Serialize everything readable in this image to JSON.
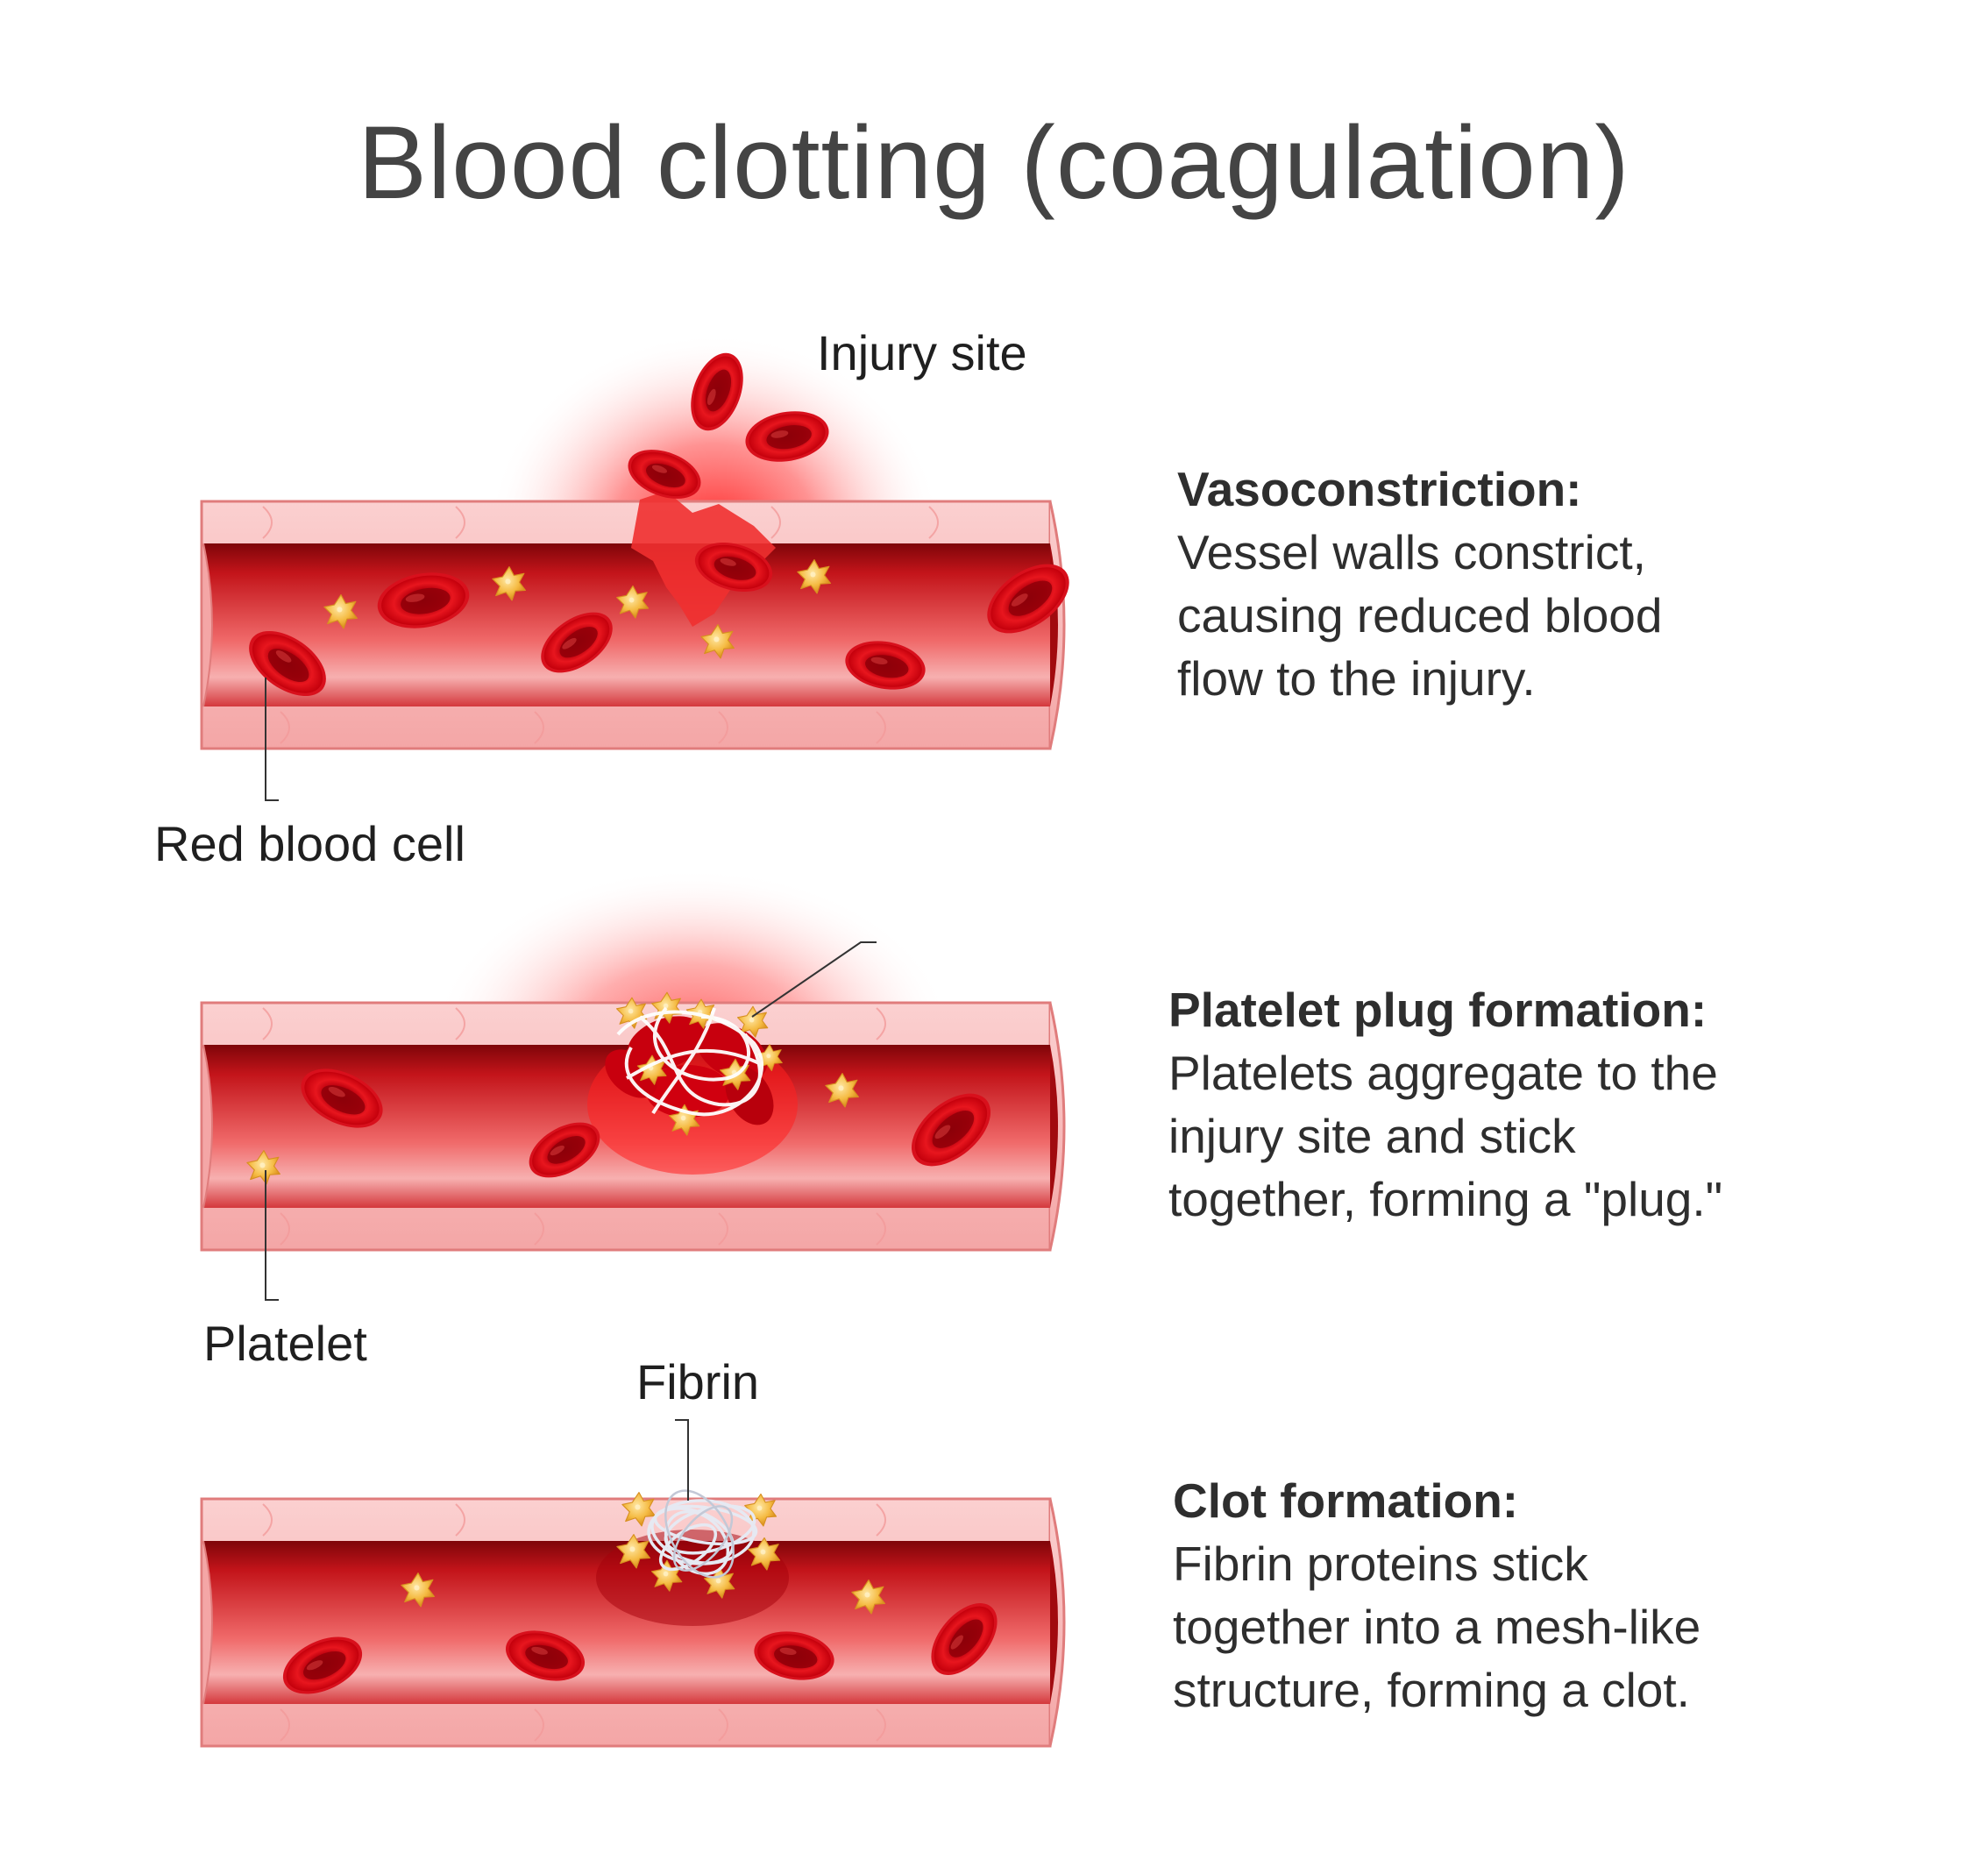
{
  "title": "Blood clotting (coagulation)",
  "labels": {
    "injury_site": "Injury site",
    "red_blood_cell": "Red blood cell",
    "platelet": "Platelet",
    "fibrin": "Fibrin"
  },
  "steps": [
    {
      "heading": "Vasoconstriction:",
      "description": "Vessel walls constrict,\ncausing reduced blood\nflow to the injury."
    },
    {
      "heading": "Platelet plug formation:",
      "description": "Platelets aggregate to the\ninjury site and stick\ntogether, forming a \"plug.\""
    },
    {
      "heading": "Clot formation:",
      "description": "Fibrin proteins stick\ntogether into a mesh-like\nstructure, forming a clot."
    }
  ],
  "colors": {
    "vessel_wall": "#f7b4b4",
    "vessel_wall_edge": "#e07c7c",
    "lumen_dark": "#a10a0f",
    "lumen_light": "#f4a2a2",
    "red_cell": "#d8101c",
    "platelet": "#f3b63c",
    "fibrin": "#ffffff",
    "injury_glow": "#ff2a2a",
    "title": "#444444"
  }
}
